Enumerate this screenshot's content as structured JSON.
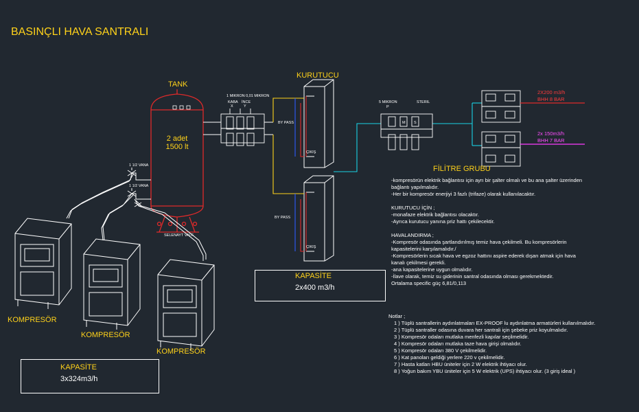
{
  "title": "BASINÇLI HAVA SANTRALI",
  "tank": {
    "label": "TANK",
    "line1": "2 adet",
    "line2": "1500 lt",
    "valve_label": "SELENAYT VALF"
  },
  "valves": {
    "upper": "1 1/2 VANA",
    "lower": "1 1/2 VANA"
  },
  "filters_left": {
    "top_label": "1 MIKRON 0,01 MIKRON",
    "kaba": "KABA",
    "ince": "İNCE",
    "kaba_sub": "X",
    "ince_sub": "Y"
  },
  "dryer": {
    "label": "KURUTUCU",
    "bypass1": "BY PASS",
    "bypass2": "BY PASS",
    "cikis1": "ÇIKIŞ",
    "cikis2": "ÇIKIŞ"
  },
  "filters_right": {
    "top_label": "5 MIKRON",
    "steril": "STERIL",
    "p": "P",
    "m": "M",
    "s": "S",
    "group_label": "FİLİTRE GRUBU"
  },
  "outputs": {
    "red_line1": "2X200 m3/h",
    "red_line2": "BHH 8 BAR",
    "magenta_line1": "2x 150m3/h",
    "magenta_line2": "BHH 7 BAR"
  },
  "compressors": {
    "label1": "KOMPRESÖR",
    "label2": "KOMPRESÖR",
    "label3": "KOMPRESÖR"
  },
  "capacity_compressor": {
    "title": "KAPASİTE",
    "value": "3x324m3/h"
  },
  "capacity_dryer": {
    "title": "KAPASİTE",
    "value": "2x400 m3/h"
  },
  "info": {
    "lines": [
      "-kompresörün  elektrik bağlantısı için ayrı bir şalter olmalı ve bu ana şalter üzerinden",
      "bağlantı yapılmalıdır.",
      "-Her bir kompresör  enerjiyi 3 fazlı (trifaze) olarak kullanılacaktır.",
      "",
      "KURUTUCU İÇİN ;",
      "-monafaze elektrik bağlantısı olacaktır.",
      "-Ayrıca kurutucu yanına priz hattı çekilecektir.",
      "",
      "HAVALANDIRMA ;",
      "-Kompresör odasında şartlandırılmış temiz hava çekilmeli. Bu kompresörlerin",
      "kapasitelerini karşılamalıdır./",
      "-Kompresörlerin sıcak hava ve egzoz hattını aspire ederek dışarı atmak için hava",
      "kanalı çekilmesi gerekli.",
      "-ana kapasitelerine uygun olmalıdır.",
      "-İlave olarak, temiz su giderinin santral odasında olması gerekmektedir.",
      "Ortalama specific güç 6,81/0,113"
    ]
  },
  "notes": {
    "heading": "Notlar ;",
    "lines": [
      "1 ) Tüplü santrallerin aydınlatmaları EX-PROOF lu aydınlatma armatürleri kullanılmalıdır.",
      "2 ) Tüplü santraller odasına duvara her santrali için şebeke priz koyulmalıdır.",
      "3 ) Kompresör odaları mutlaka menfezli kapılar seçilmelidir.",
      "4 ) Kompresör odaları mutlaka taze hava girişi olmalıdır.",
      "5 ) Kompresör odaları 380  V çekilmelidir.",
      "6 ) Kat panoları geldiği yerlere 220 v çekilmelidir.",
      "7 ) Hasta katları HBU üniteler için 2 W elektrik ihtiyacı olur.",
      "8 ) Yoğun bakım YBU üniteler için 5 W elektrik (UPS) ihtiyacı olur. (3 giriş ideal )"
    ]
  },
  "colors": {
    "background": "#212830",
    "yellow": "#ffd21a",
    "red": "#e02a2a",
    "cyan": "#19d3e6",
    "magenta": "#ff3cff",
    "blue": "#2f5bff",
    "white": "#ffffff"
  }
}
